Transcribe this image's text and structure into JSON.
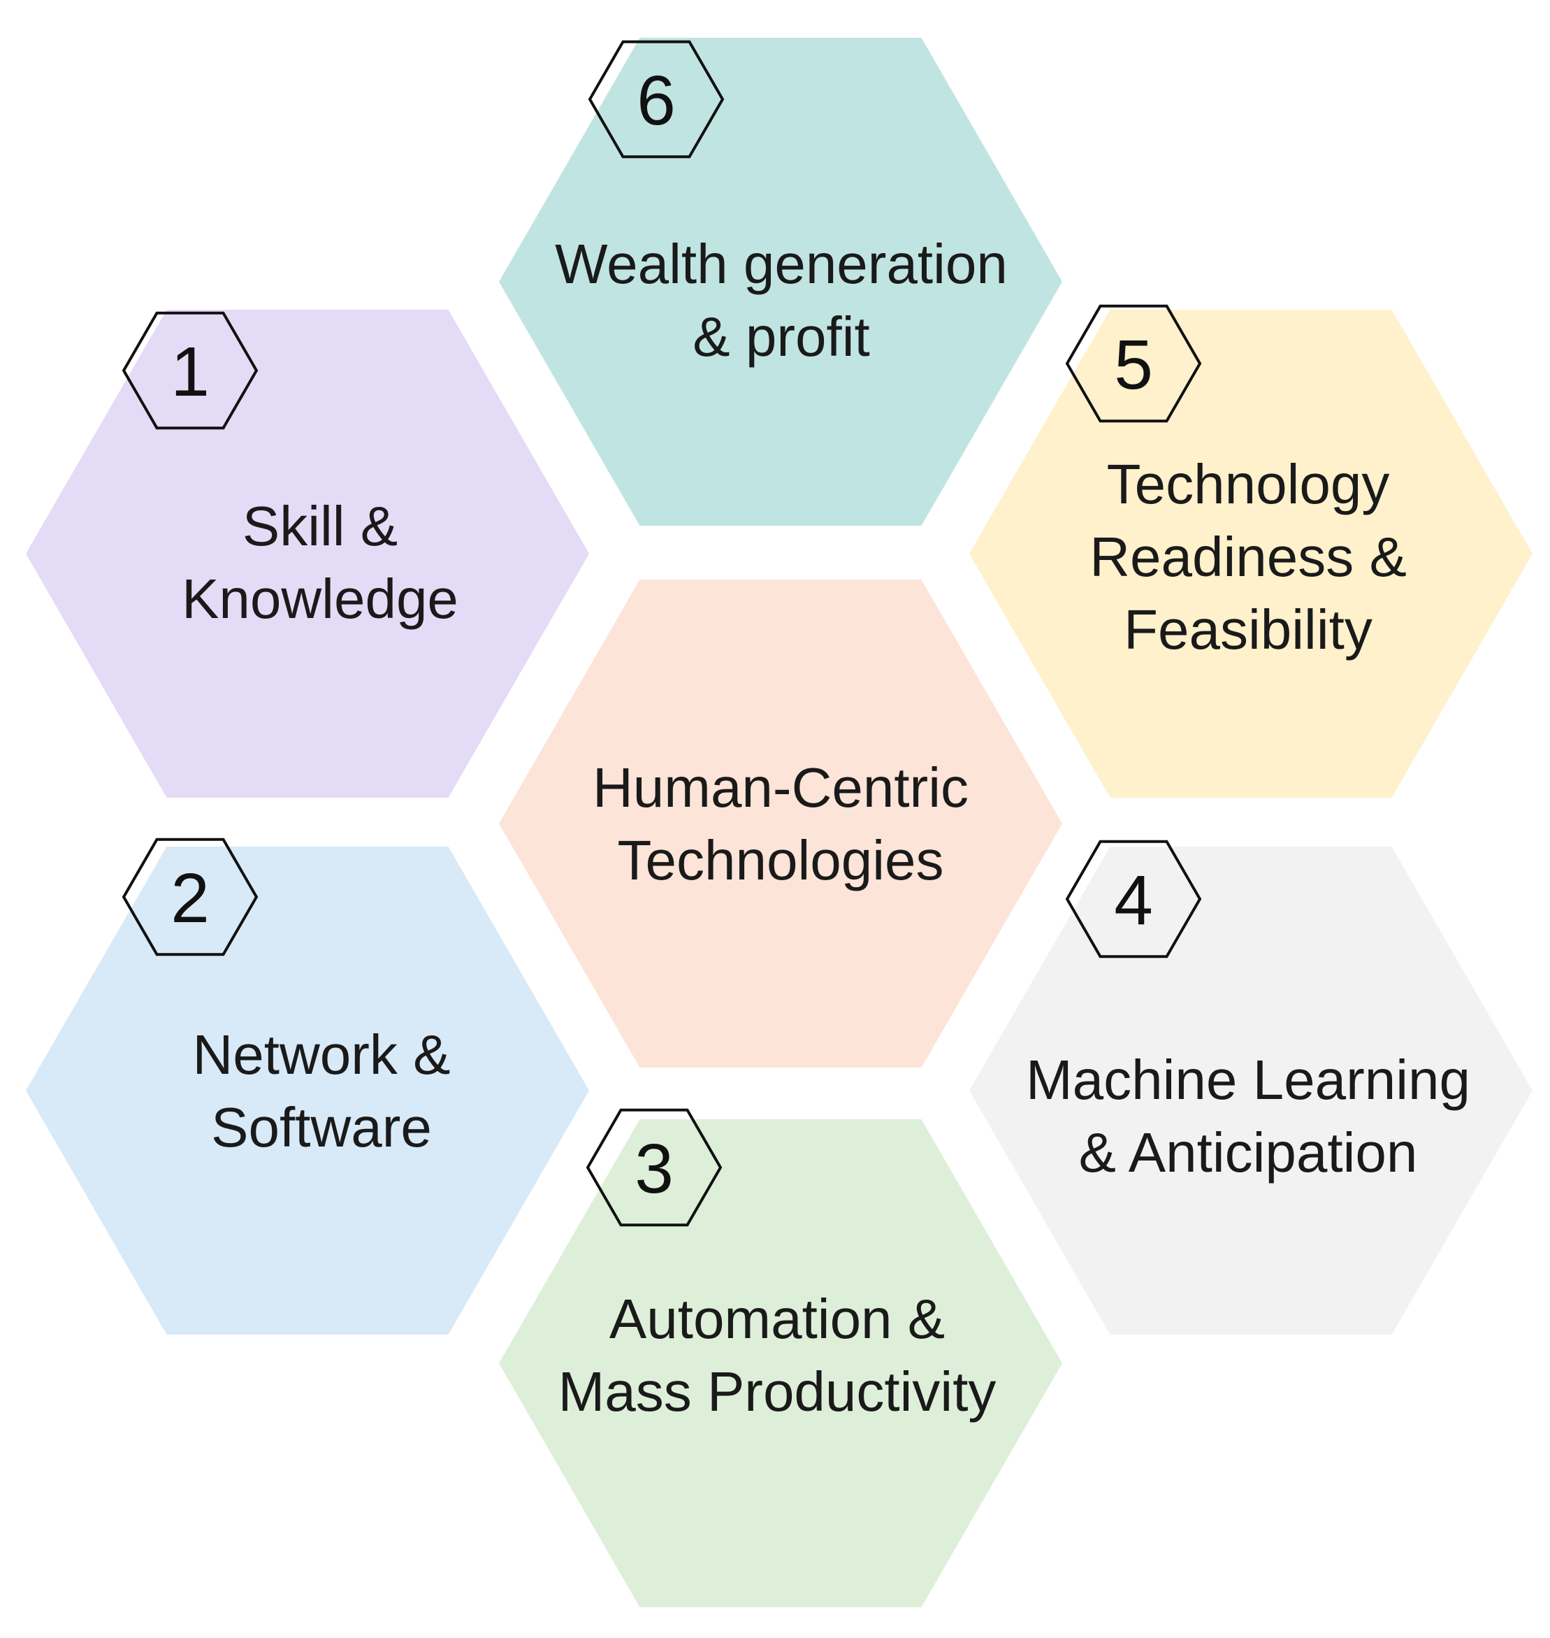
{
  "center": {
    "label_lines": [
      "Human-Centric",
      "Technologies"
    ],
    "color": "#FDE4D8"
  },
  "segments": [
    {
      "id": "skill",
      "number": "1",
      "label_lines": [
        "Skill &",
        "Knowledge"
      ],
      "color": "#E4DBF7"
    },
    {
      "id": "network",
      "number": "2",
      "label_lines": [
        "Network &",
        "Software"
      ],
      "color": "#D8E9F7"
    },
    {
      "id": "automation",
      "number": "3",
      "label_lines": [
        "Automation &",
        "Mass Productivity"
      ],
      "color": "#DDEFD8"
    },
    {
      "id": "machine-learning",
      "number": "4",
      "label_lines": [
        "Machine Learning",
        "& Anticipation"
      ],
      "color": "#F2F2F2"
    },
    {
      "id": "technology-readiness",
      "number": "5",
      "label_lines": [
        "Technology",
        "Readiness &",
        "Feasibility"
      ],
      "color": "#FEF1CC"
    },
    {
      "id": "wealth",
      "number": "6",
      "label_lines": [
        "Wealth generation",
        "& profit"
      ],
      "color": "#C0E4E1"
    }
  ]
}
